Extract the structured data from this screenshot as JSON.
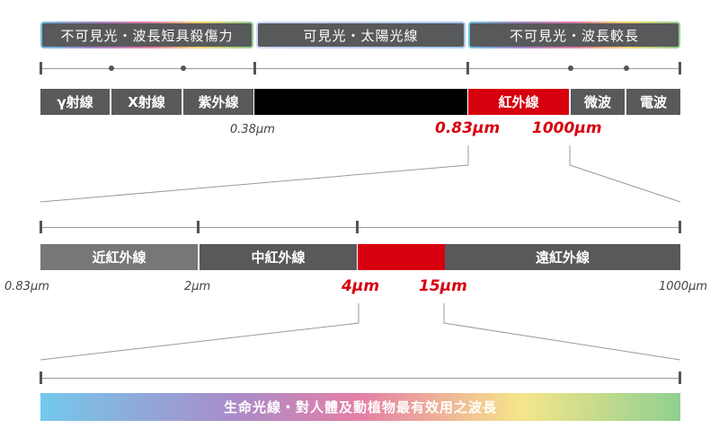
{
  "headers": [
    {
      "label": "不可見光・波長短具殺傷力"
    },
    {
      "label": "可見光・太陽光線"
    },
    {
      "label": "不可見光・波長較長"
    }
  ],
  "spectrum_bands": [
    {
      "label": "γ射線"
    },
    {
      "label": "X射線"
    },
    {
      "label": "紫外線"
    },
    {
      "label": ""
    },
    {
      "label": "紅外線"
    },
    {
      "label": "微波"
    },
    {
      "label": "電波"
    }
  ],
  "spectrum_labels": {
    "uv_visible": "0.38μm",
    "visible_ir": "0.83μm",
    "ir_end": "1000μm"
  },
  "ir_bands": [
    {
      "label": "近紅外線"
    },
    {
      "label": "中紅外線"
    },
    {
      "label": ""
    },
    {
      "label": "遠紅外線"
    }
  ],
  "ir_labels": {
    "start": "0.83μm",
    "near_mid": "2μm",
    "highlight_start": "4μm",
    "highlight_end": "15μm",
    "end": "1000μm"
  },
  "life_band": {
    "label": "生命光線・對人體及動植物最有效用之波長"
  },
  "colors": {
    "gray": "#58595b",
    "red": "#d7000f",
    "black": "#000000"
  }
}
